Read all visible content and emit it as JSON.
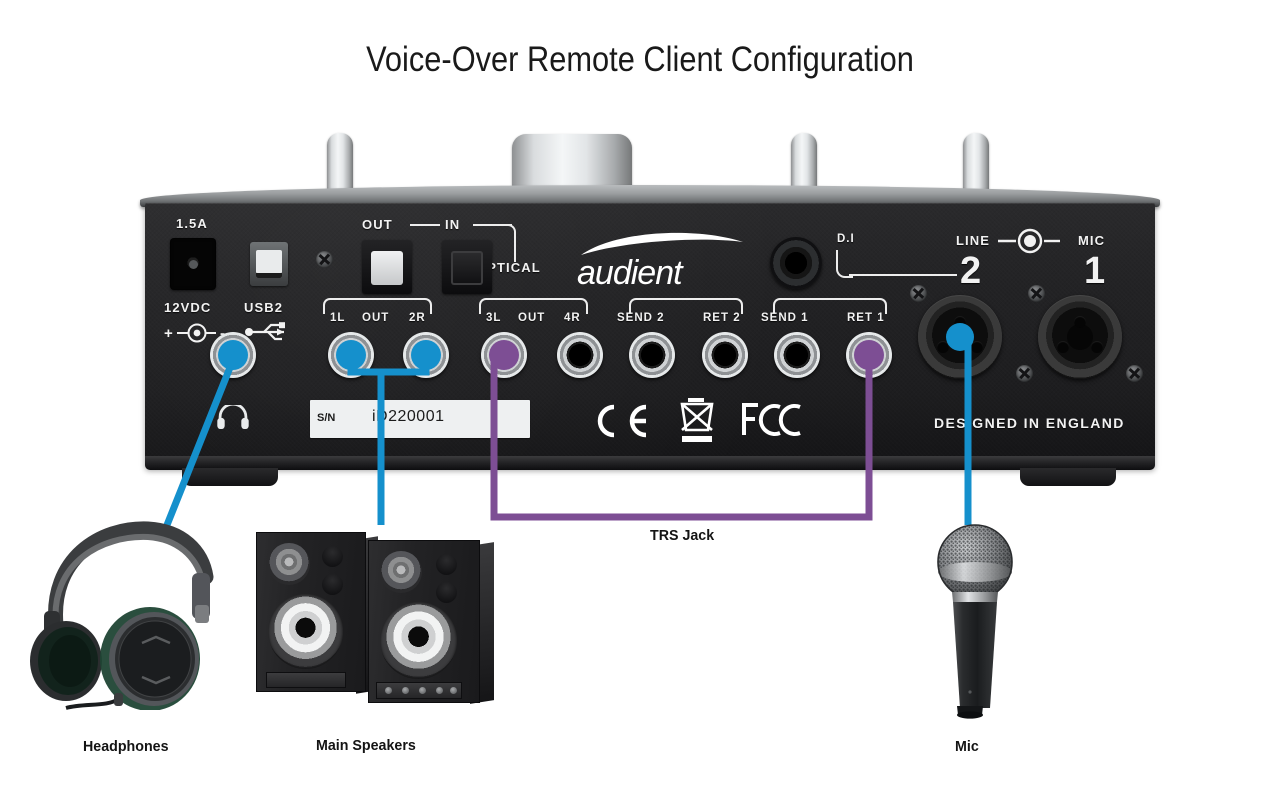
{
  "page": {
    "title": "Voice-Over Remote Client Configuration",
    "background": "#ffffff"
  },
  "colors": {
    "cable_blue": "#1590cc",
    "cable_purple": "#7d4e94",
    "panel_black": "#1d1d1f",
    "silkscreen_white": "#f2f2f2"
  },
  "device": {
    "brand": "audient",
    "origin_text": "DESIGNED IN ENGLAND",
    "serial": {
      "key": "S/N",
      "value": "iD220001"
    },
    "power": {
      "current_label": "1.5A",
      "voltage_label": "12VDC",
      "polarity_label": "+ -"
    },
    "usb": {
      "label": "USB2"
    },
    "optical": {
      "out_label": "OUT",
      "in_label": "IN",
      "group_label": "OPTICAL"
    },
    "outputs": {
      "group_1_left": "1L",
      "group_1_mid": "OUT",
      "group_1_right": "2R",
      "group_2_left": "3L",
      "group_2_mid": "OUT",
      "group_2_right": "4R"
    },
    "inserts": {
      "send_2": "SEND 2",
      "ret_2": "RET 2",
      "send_1": "SEND 1",
      "ret_1": "RET 1"
    },
    "di": {
      "label": "D.I"
    },
    "preamps": {
      "line_label": "LINE",
      "mic_label": "MIC",
      "channel_2": "2",
      "channel_1": "1"
    },
    "certifications": [
      "CE",
      "WEEE",
      "FC"
    ],
    "headphone_icon": "headphones-icon"
  },
  "connections": [
    {
      "id": "headphones",
      "color": "#1590cc",
      "from_port": "Headphone output",
      "to_device": "Headphones"
    },
    {
      "id": "main-speakers",
      "color": "#1590cc",
      "from_port": "1L OUT 2R",
      "to_device": "Main Speakers"
    },
    {
      "id": "trs-jack-loop",
      "color": "#7d4e94",
      "from_port": "3L",
      "to_port": "RET 1",
      "label": "TRS Jack"
    },
    {
      "id": "mic",
      "color": "#1590cc",
      "from_port": "Channel 2 combo input",
      "to_device": "Mic"
    }
  ],
  "captions": {
    "headphones": "Headphones",
    "speakers": "Main Speakers",
    "trs_jack": "TRS Jack",
    "mic": "Mic"
  }
}
